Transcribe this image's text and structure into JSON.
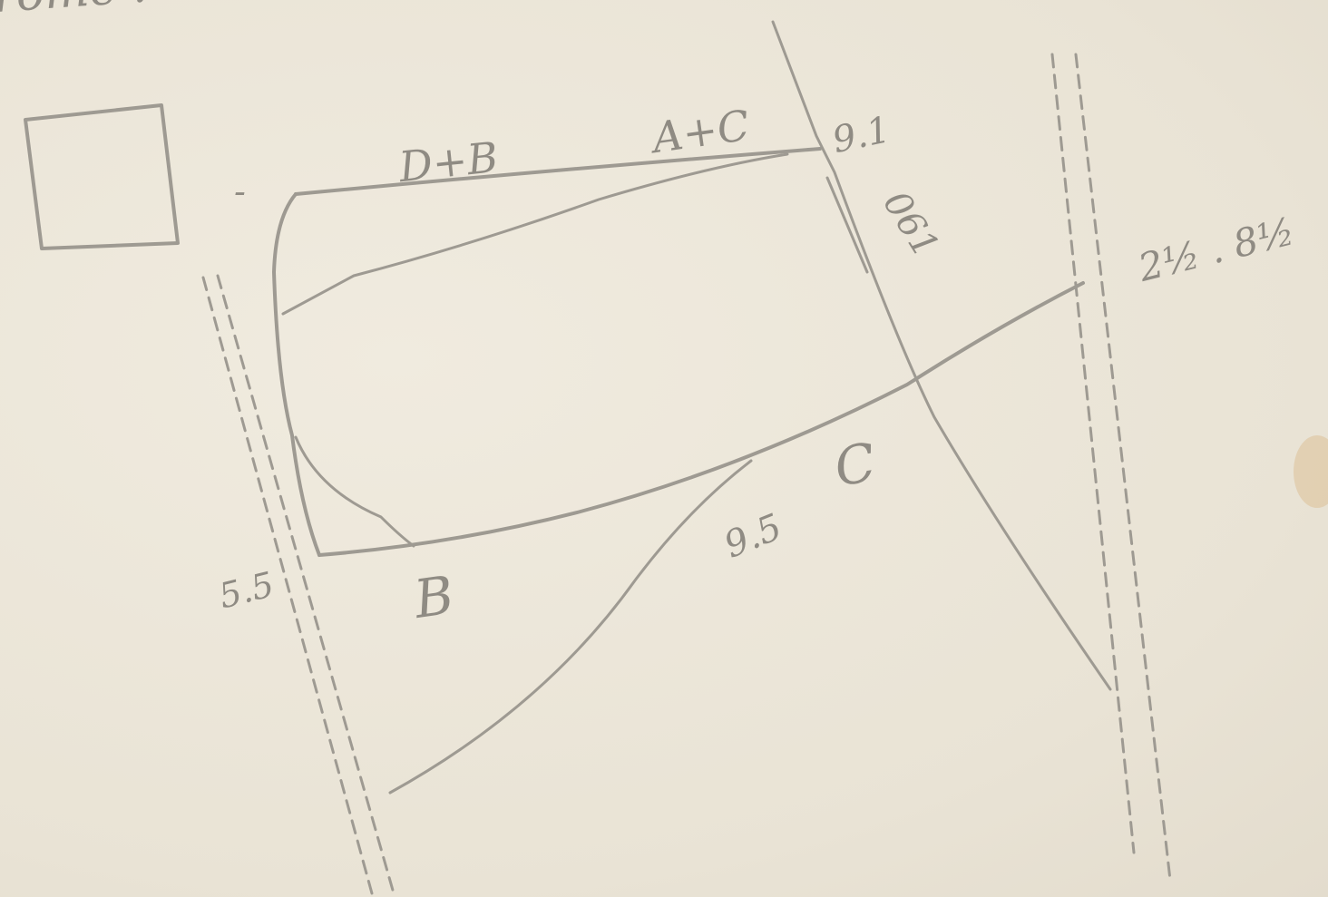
{
  "labels": {
    "top_scrawl": "rome .",
    "left_mark": "-",
    "d_b": "D+B",
    "a_c": "A+C",
    "top_right": "9.1",
    "side_diag": "061",
    "right_edge": "2½ . 8½",
    "c": "C",
    "mid": "9.5",
    "b": "B",
    "left_value": "5.5"
  },
  "colors": {
    "paper": "#ede8dc",
    "pencil": "#9e9a92",
    "stain": "#d9b98a"
  }
}
